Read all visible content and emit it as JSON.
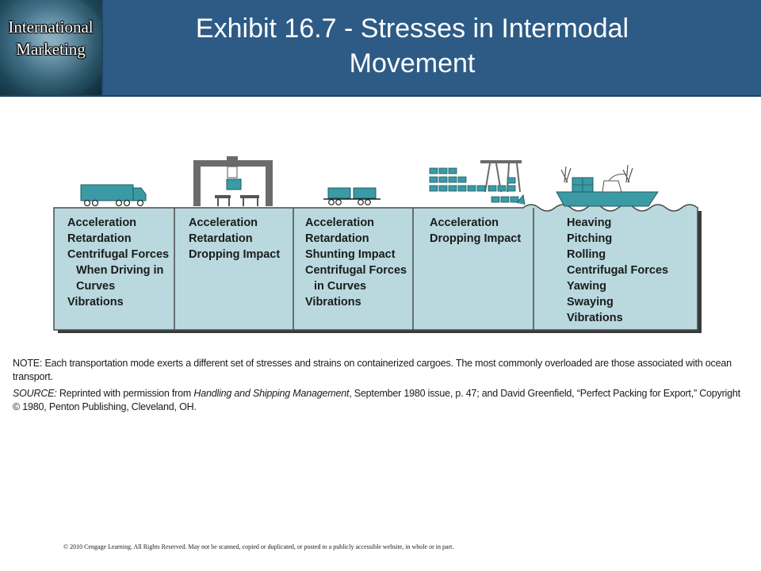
{
  "logo": {
    "line1": "International",
    "line2": "Marketing"
  },
  "title": {
    "line1": "Exhibit 16.7 - Stresses in Intermodal",
    "line2": "Movement"
  },
  "columns": [
    {
      "icon": "truck",
      "stresses": [
        "Acceleration",
        "Retardation",
        "Centrifugal Forces",
        "  When Driving in",
        "  Curves",
        "Vibrations"
      ]
    },
    {
      "icon": "gantry-crane",
      "stresses": [
        "Acceleration",
        "Retardation",
        "Dropping Impact"
      ]
    },
    {
      "icon": "rail-car",
      "stresses": [
        "Acceleration",
        "Retardation",
        "Shunting Impact",
        "Centrifugal Forces",
        "  in Curves",
        "Vibrations"
      ]
    },
    {
      "icon": "port-terminal",
      "stresses": [
        "Acceleration",
        "Dropping Impact"
      ]
    },
    {
      "icon": "container-ship",
      "stresses": [
        "Heaving",
        "Pitching",
        "Rolling",
        "Centrifugal  Forces",
        "Yawing",
        "Swaying",
        "Vibrations"
      ]
    }
  ],
  "note": {
    "label": "NOTE:",
    "text": " Each transportation mode exerts a different set of stresses and strains on containerized cargoes. The most commonly overloaded are those associated with ocean transport."
  },
  "source": {
    "label": "SOURCE:",
    "pre": " Reprinted with permission from ",
    "publication": "Handling and Shipping Management",
    "post": ", September 1980 issue, p. 47; and David Greenfield, “Perfect Packing for Export,” Copyright © 1980, Penton Publishing, Cleveland, OH."
  },
  "copyright": "© 2010 Cengage Learning. All Rights Reserved. May not be scanned, copied or duplicated, or posted to a publicly accessible website, in whole or in part.",
  "colors": {
    "header": "#2d5b86",
    "panel": "#b9d9df",
    "icon_teal": "#3a9aa5",
    "gantry": "#6b6b6b"
  }
}
